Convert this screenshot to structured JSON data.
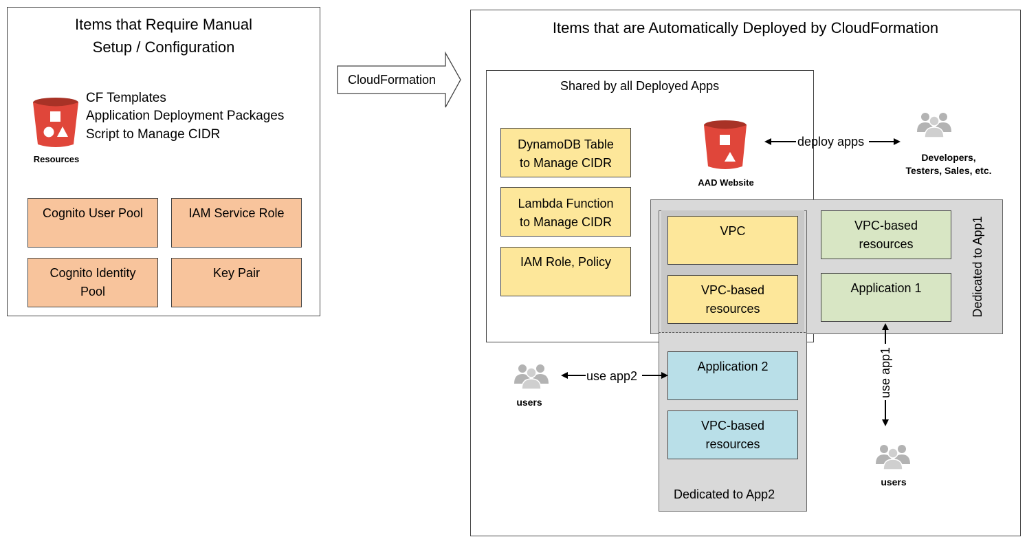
{
  "colors": {
    "orange_box": "#f8c49c",
    "yellow_box": "#fde79a",
    "green_box": "#d8e6c4",
    "blue_box": "#b9dfe8",
    "grey_region": "#d9d9d9",
    "bucket_red": "#e0463a",
    "user_icon": "#b3b3b3"
  },
  "manual": {
    "title_line1": "Items that Require Manual",
    "title_line2": "Setup / Configuration",
    "bucket_icon": "s3-bucket-icon",
    "bucket_caption": "Resources",
    "resources": [
      "CF Templates",
      "Application Deployment Packages",
      "Script to Manage CIDR"
    ],
    "boxes": {
      "cognito_user_pool": "Cognito User Pool",
      "iam_service_role": "IAM Service Role",
      "cognito_identity_pool_1": "Cognito Identity",
      "cognito_identity_pool_2": "Pool",
      "key_pair": "Key Pair"
    }
  },
  "arrow_label": "CloudFormation",
  "auto": {
    "title": "Items that are Automatically Deployed by CloudFormation",
    "shared": {
      "title": "Shared by all Deployed Apps",
      "dynamodb_1": "DynamoDB Table",
      "dynamodb_2": "to Manage CIDR",
      "lambda_1": "Lambda Function",
      "lambda_2": "to Manage CIDR",
      "iam_role": "IAM Role, Policy",
      "website_caption": "AAD Website",
      "website_icon": "s3-bucket-icon"
    },
    "deploy_label": "deploy apps",
    "developers_line1": "Developers,",
    "developers_line2": "Testers, Sales, etc.",
    "vpc": "VPC",
    "vpc_resources_1": "VPC-based",
    "vpc_resources_2": "resources",
    "app1": {
      "label": "Dedicated to App1",
      "resources_1": "VPC-based",
      "resources_2": "resources",
      "application": "Application 1",
      "use_label": "use app1",
      "users_caption": "users"
    },
    "app2": {
      "label": "Dedicated to App2",
      "application": "Application 2",
      "resources_1": "VPC-based",
      "resources_2": "resources",
      "use_label": "use app2",
      "users_caption": "users"
    }
  }
}
